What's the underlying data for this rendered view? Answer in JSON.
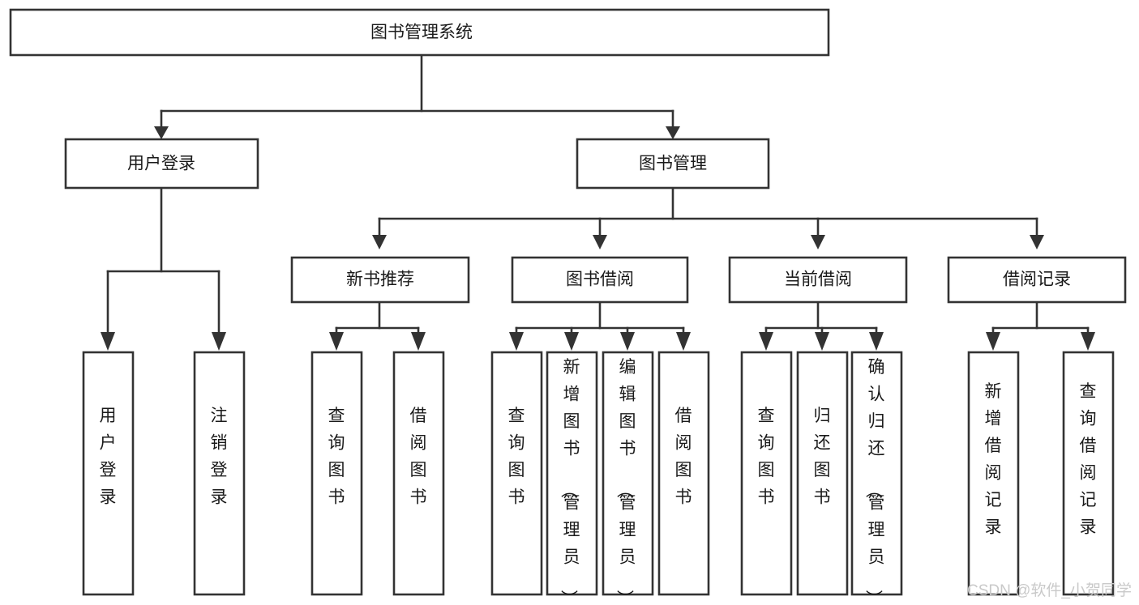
{
  "diagram": {
    "title": "图书管理系统",
    "type": "tree-hierarchy-chart",
    "colors": {
      "box_stroke": "#333333",
      "box_fill": "#ffffff",
      "text": "#1a1a1a",
      "background": "#ffffff",
      "watermark": "#c9c9c9"
    },
    "root": {
      "label": "图书管理系统"
    },
    "level1": [
      {
        "label": "用户登录"
      },
      {
        "label": "图书管理"
      }
    ],
    "level2": [
      {
        "label": "新书推荐"
      },
      {
        "label": "图书借阅"
      },
      {
        "label": "当前借阅"
      },
      {
        "label": "借阅记录"
      }
    ],
    "leaves": {
      "user_login": [
        {
          "label": "用户登录"
        },
        {
          "label": "注销登录"
        }
      ],
      "new_book_recommend": [
        {
          "label": "查询图书"
        },
        {
          "label": "借阅图书"
        }
      ],
      "book_borrow": [
        {
          "label": "查询图书"
        },
        {
          "label": "新增图书（管理员）"
        },
        {
          "label": "编辑图书（管理员）"
        },
        {
          "label": "借阅图书"
        }
      ],
      "current_borrow": [
        {
          "label": "查询图书"
        },
        {
          "label": "归还图书"
        },
        {
          "label": "确认归还（管理员）"
        }
      ],
      "borrow_record": [
        {
          "label": "新增借阅记录"
        },
        {
          "label": "查询借阅记录"
        }
      ]
    }
  },
  "watermark": {
    "text": "CSDN @软件_小贺同学"
  }
}
